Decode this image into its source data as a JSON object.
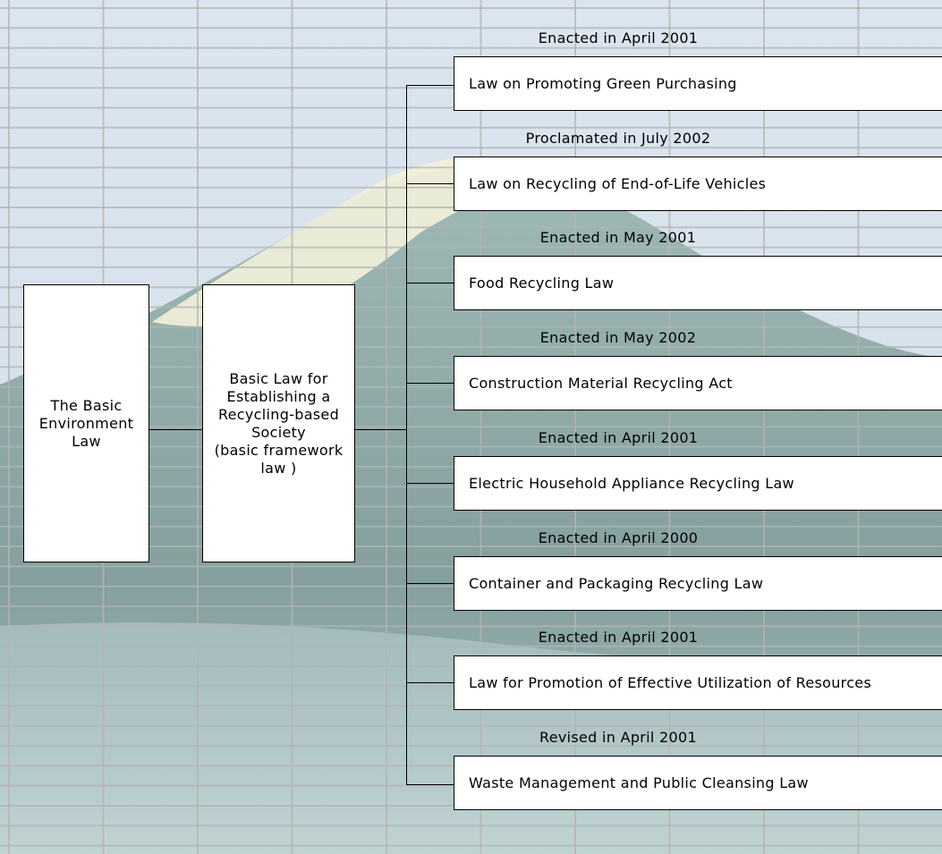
{
  "root": {
    "basic_environment_law": "The Basic\nEnvironment\nLaw",
    "recycling_society_law": "Basic Law for\nEstablishing a\nRecycling-based\nSociety\n(basic framework\nlaw  )"
  },
  "laws": [
    {
      "date": "Enacted in April 2001",
      "name": "Law on Promoting Green Purchasing"
    },
    {
      "date": "Proclamated in July 2002",
      "name": "Law on Recycling of End-of-Life Vehicles"
    },
    {
      "date": "Enacted in May 2001",
      "name": "Food Recycling Law"
    },
    {
      "date": "Enacted in May 2002",
      "name": "Construction Material Recycling Act"
    },
    {
      "date": "Enacted in April 2001",
      "name": "Electric Household Appliance Recycling Law"
    },
    {
      "date": "Enacted in April 2000",
      "name": "Container and Packaging Recycling Law"
    },
    {
      "date": "Enacted in April 2001",
      "name": "Law for Promotion of Effective Utilization of Resources"
    },
    {
      "date": "Revised in April 2001",
      "name": "Waste Management and Public Cleansing Law"
    }
  ],
  "colors": {
    "sky": "#d7e3ec",
    "mountain_dark": "#7f9a9a",
    "mountain_mid": "#a3bdbd",
    "snow": "#f4f2dc",
    "grid": "#b4b4b4"
  }
}
